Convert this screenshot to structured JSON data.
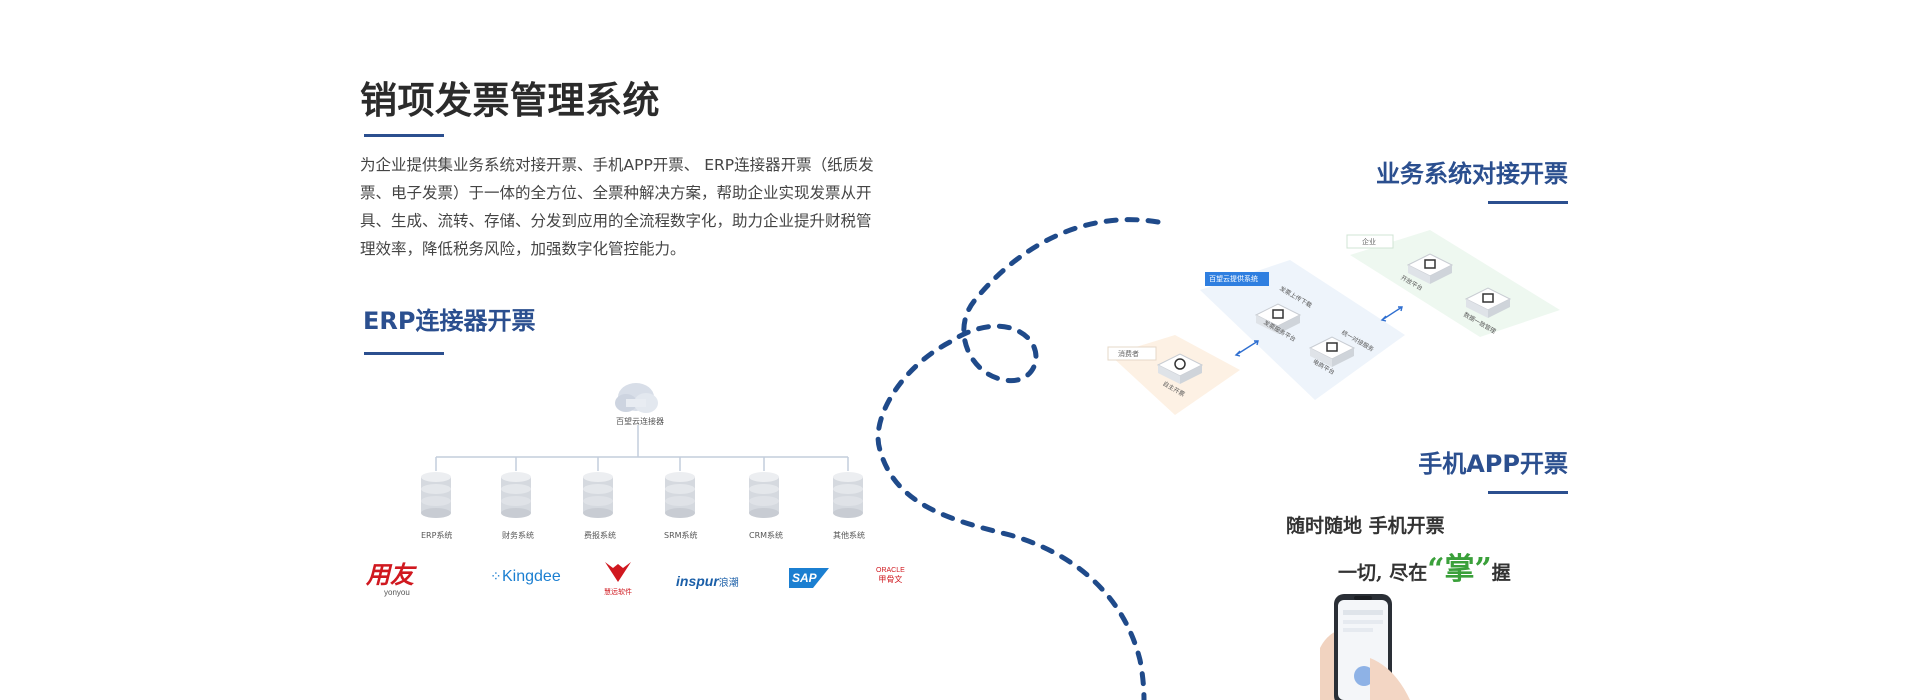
{
  "page": {
    "title": "销项发票管理系统",
    "description": "为企业提供集业务系统对接开票、手机APP开票、 ERP连接器开票（纸质发票、电子发票）于一体的全方位、全票种解决方案，帮助企业实现发票从开具、生成、流转、存储、分发到应用的全流程数字化，助力企业提升财税管理效率，降低税务风险，加强数字化管控能力。"
  },
  "erp": {
    "title": "ERP连接器开票",
    "connector_label": "百望云连接器",
    "systems": [
      "ERP系统",
      "财务系统",
      "费报系统",
      "SRM系统",
      "CRM系统",
      "其他系统"
    ],
    "logos": {
      "yonyou_cn": "用友",
      "yonyou_en": "yonyou",
      "kingdee": "Kingdee",
      "red_cn": "慧远软件",
      "inspur": "inspur",
      "inspur_cn": "浪潮",
      "sap": "SAP",
      "oracle": "ORACLE",
      "oracle_cn": "甲骨文"
    }
  },
  "business": {
    "title": "业务系统对接开票",
    "tag_platform": "百望云提供系统",
    "tag_enterprise": "企业",
    "tag_consumer": "消费者",
    "labels": [
      "开放平台",
      "发票服务平台",
      "电商平台",
      "统一对接服务",
      "发票上传下载",
      "数据一致管理",
      "自主开票"
    ]
  },
  "mobile": {
    "title": "手机APP开票",
    "slogan1": "随时随地  手机开票",
    "slogan2a": "一切, 尽在",
    "slogan2b": "“掌”",
    "slogan2c": "握"
  },
  "colors": {
    "accent": "#2b4f8f",
    "dash": "#1f4a8a",
    "green": "#3aa03a",
    "title": "#2b2b2b"
  }
}
